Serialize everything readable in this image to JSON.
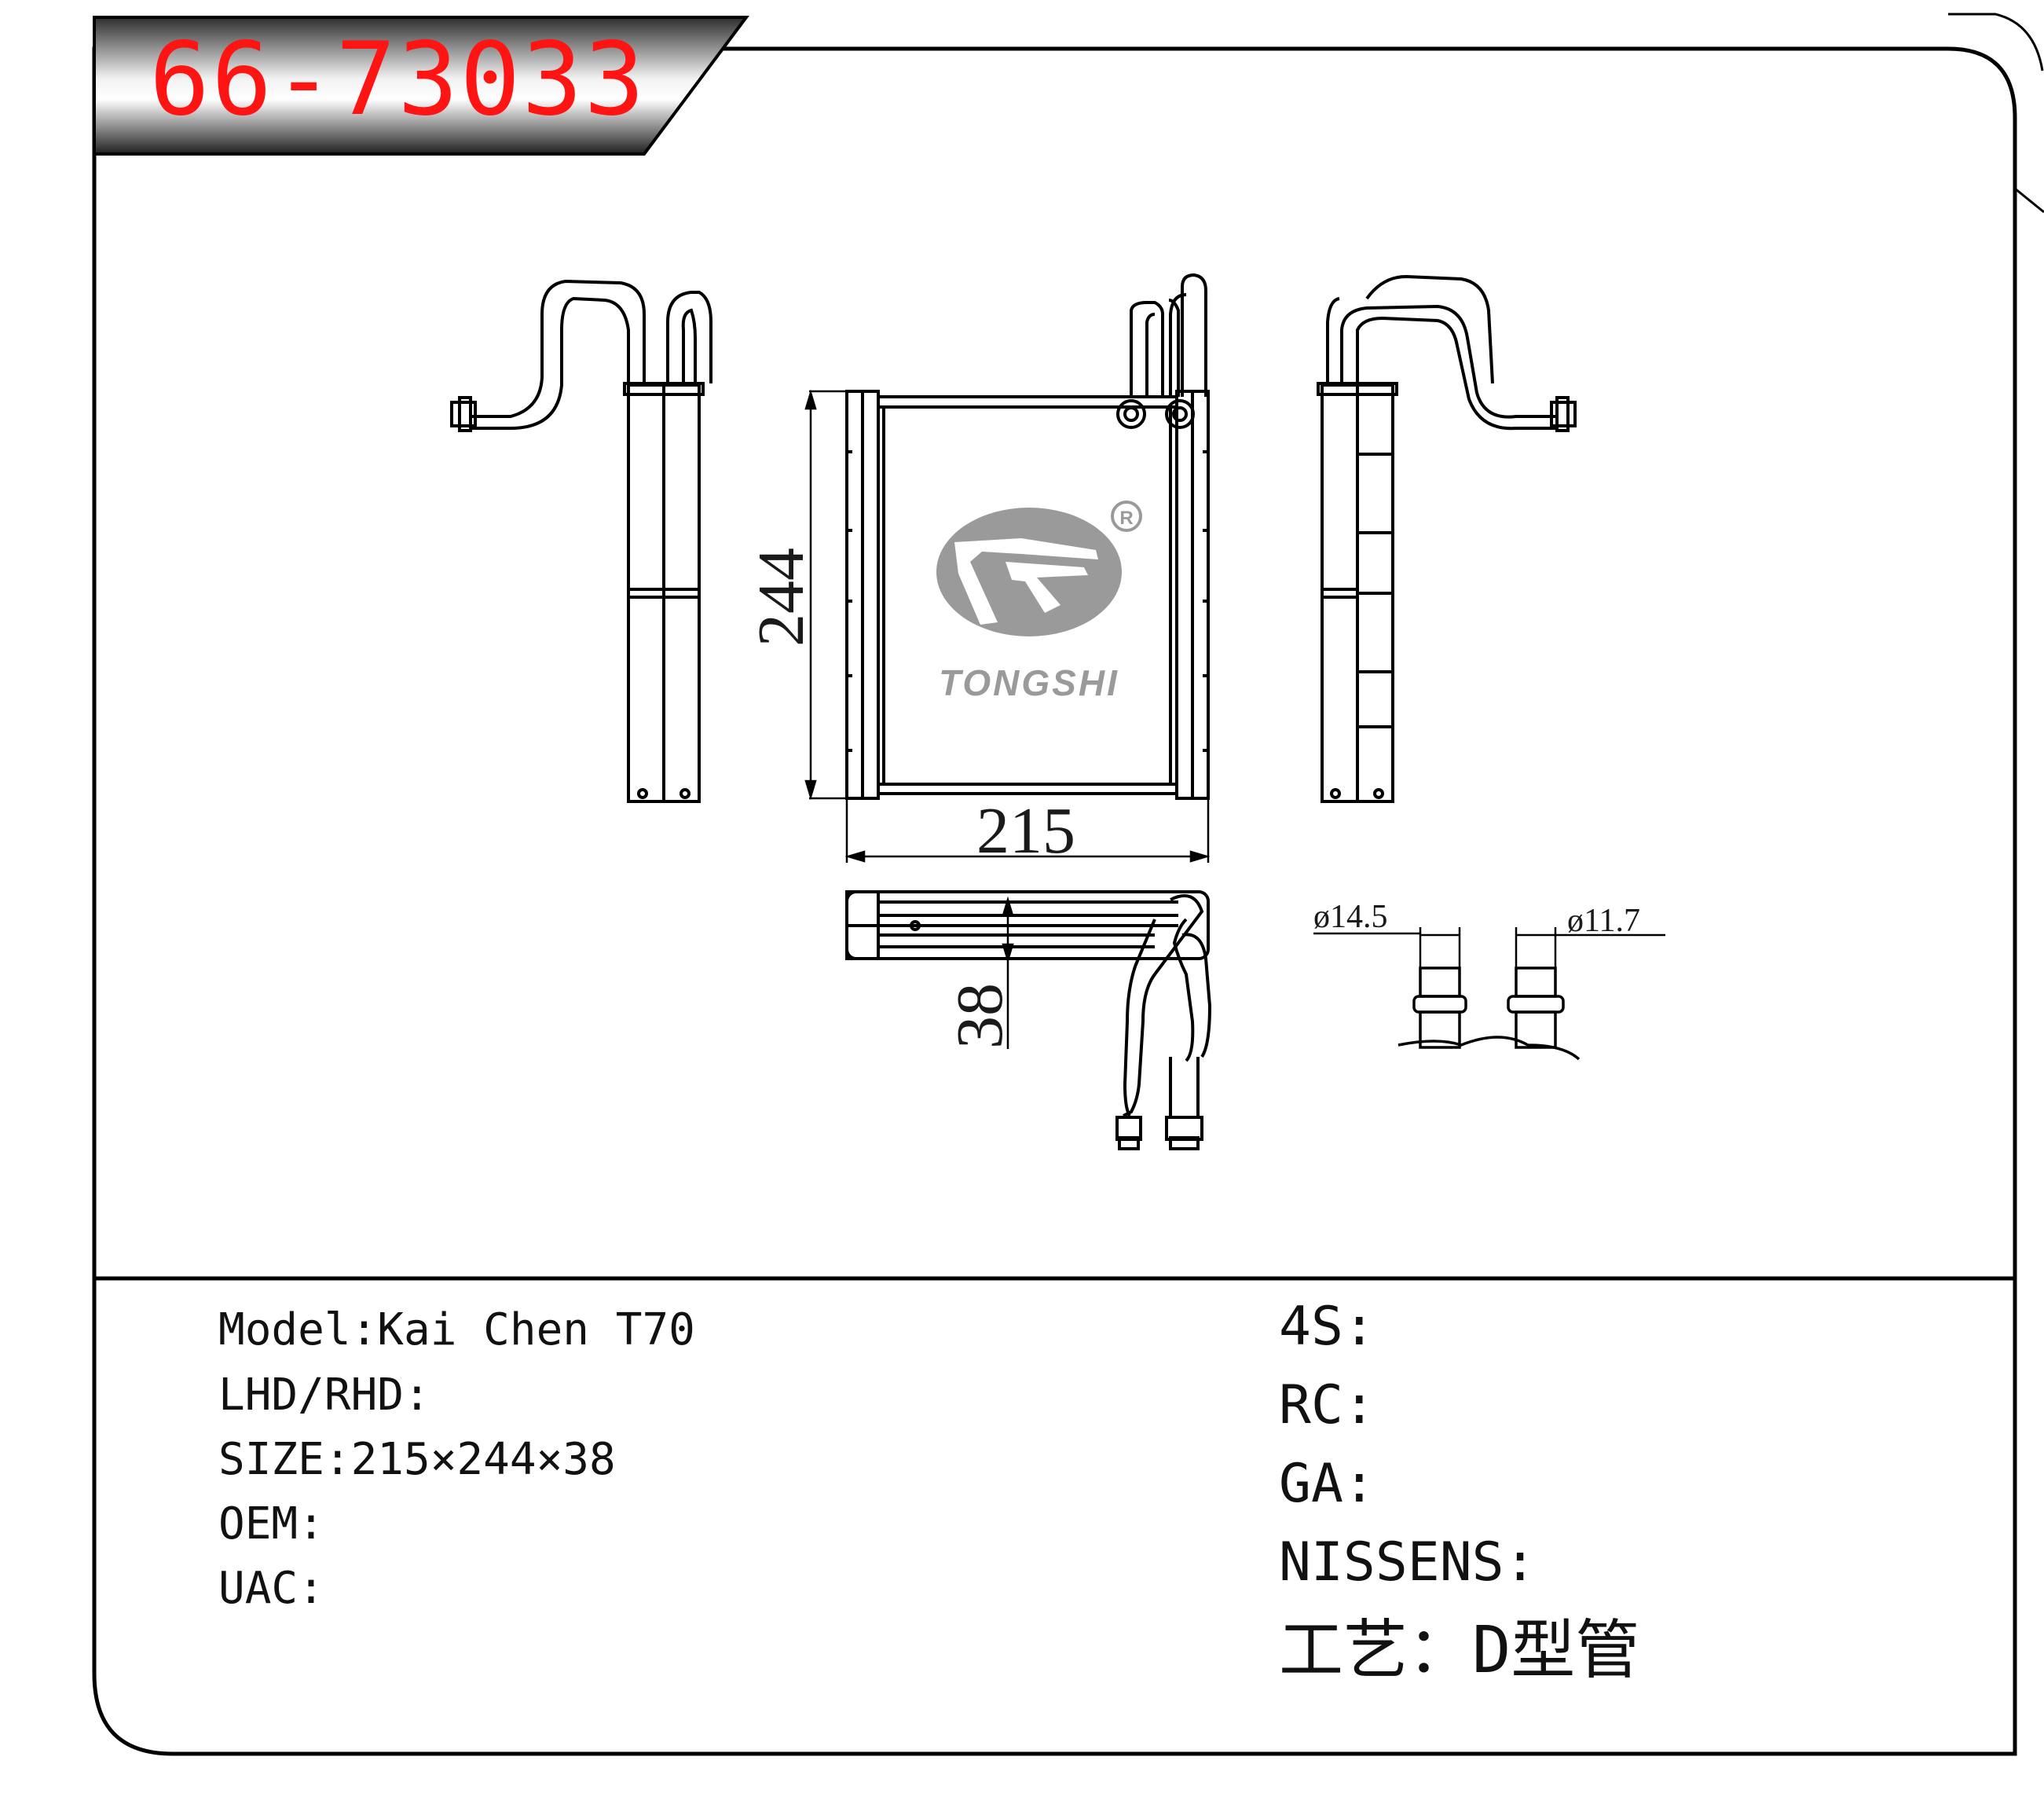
{
  "title": "66-73033",
  "logo": {
    "brand": "TONGSHI",
    "registered_mark": "R",
    "mark_color": "#9a9a9a"
  },
  "dimensions": {
    "width": "215",
    "height": "244",
    "depth": "38",
    "pipe_diameter_1": "ø14.5",
    "pipe_diameter_2": "ø11.7"
  },
  "specs_left": [
    {
      "label": "Model:Kai Chen T70"
    },
    {
      "label": "LHD/RHD:"
    },
    {
      "label": "SIZE:215×244×38"
    },
    {
      "label": "OEM:"
    },
    {
      "label": "UAC:"
    }
  ],
  "specs_right": [
    {
      "label": "4S:"
    },
    {
      "label": "RC:"
    },
    {
      "label": "GA:"
    },
    {
      "label": "NISSENS:"
    },
    {
      "label": "工艺：D型管"
    }
  ],
  "colors": {
    "title_red": "#ff1414",
    "frame": "#000000",
    "banner_dark": "#2b2b2b",
    "banner_light": "#d8d8d8"
  }
}
